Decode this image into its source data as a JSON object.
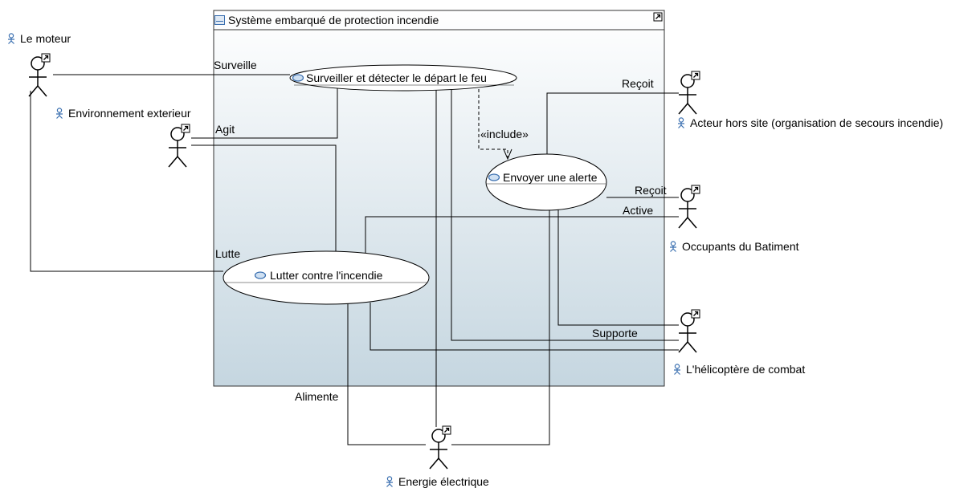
{
  "system": {
    "title": "Système embarqué de protection incendie",
    "colors": {
      "border": "#333333",
      "gradient_top": "#ffffff",
      "gradient_bottom": "#c5d6e0"
    }
  },
  "use_cases": {
    "surveiller": "Surveiller et détecter le départ le feu",
    "alerte": "Envoyer une alerte",
    "lutter": "Lutter contre l'incendie"
  },
  "actors": {
    "moteur": "Le moteur",
    "environnement": "Environnement exterieur",
    "hors_site": "Acteur hors site (organisation de secours incendie)",
    "occupants": "Occupants du Batiment",
    "helicoptere": "L'hélicoptère de combat",
    "energie": "Energie électrique"
  },
  "relations": {
    "surveille": "Surveille",
    "agit": "Agit",
    "lutte": "Lutte",
    "recoit_1": "Reçoit",
    "recoit_2": "Reçoit",
    "active": "Active",
    "supporte": "Supporte",
    "alimente": "Alimente",
    "include": "«include»"
  },
  "icons": {
    "actor": "actor-icon",
    "use_case": "use-case-icon",
    "link": "link-icon",
    "system": "system-icon"
  }
}
